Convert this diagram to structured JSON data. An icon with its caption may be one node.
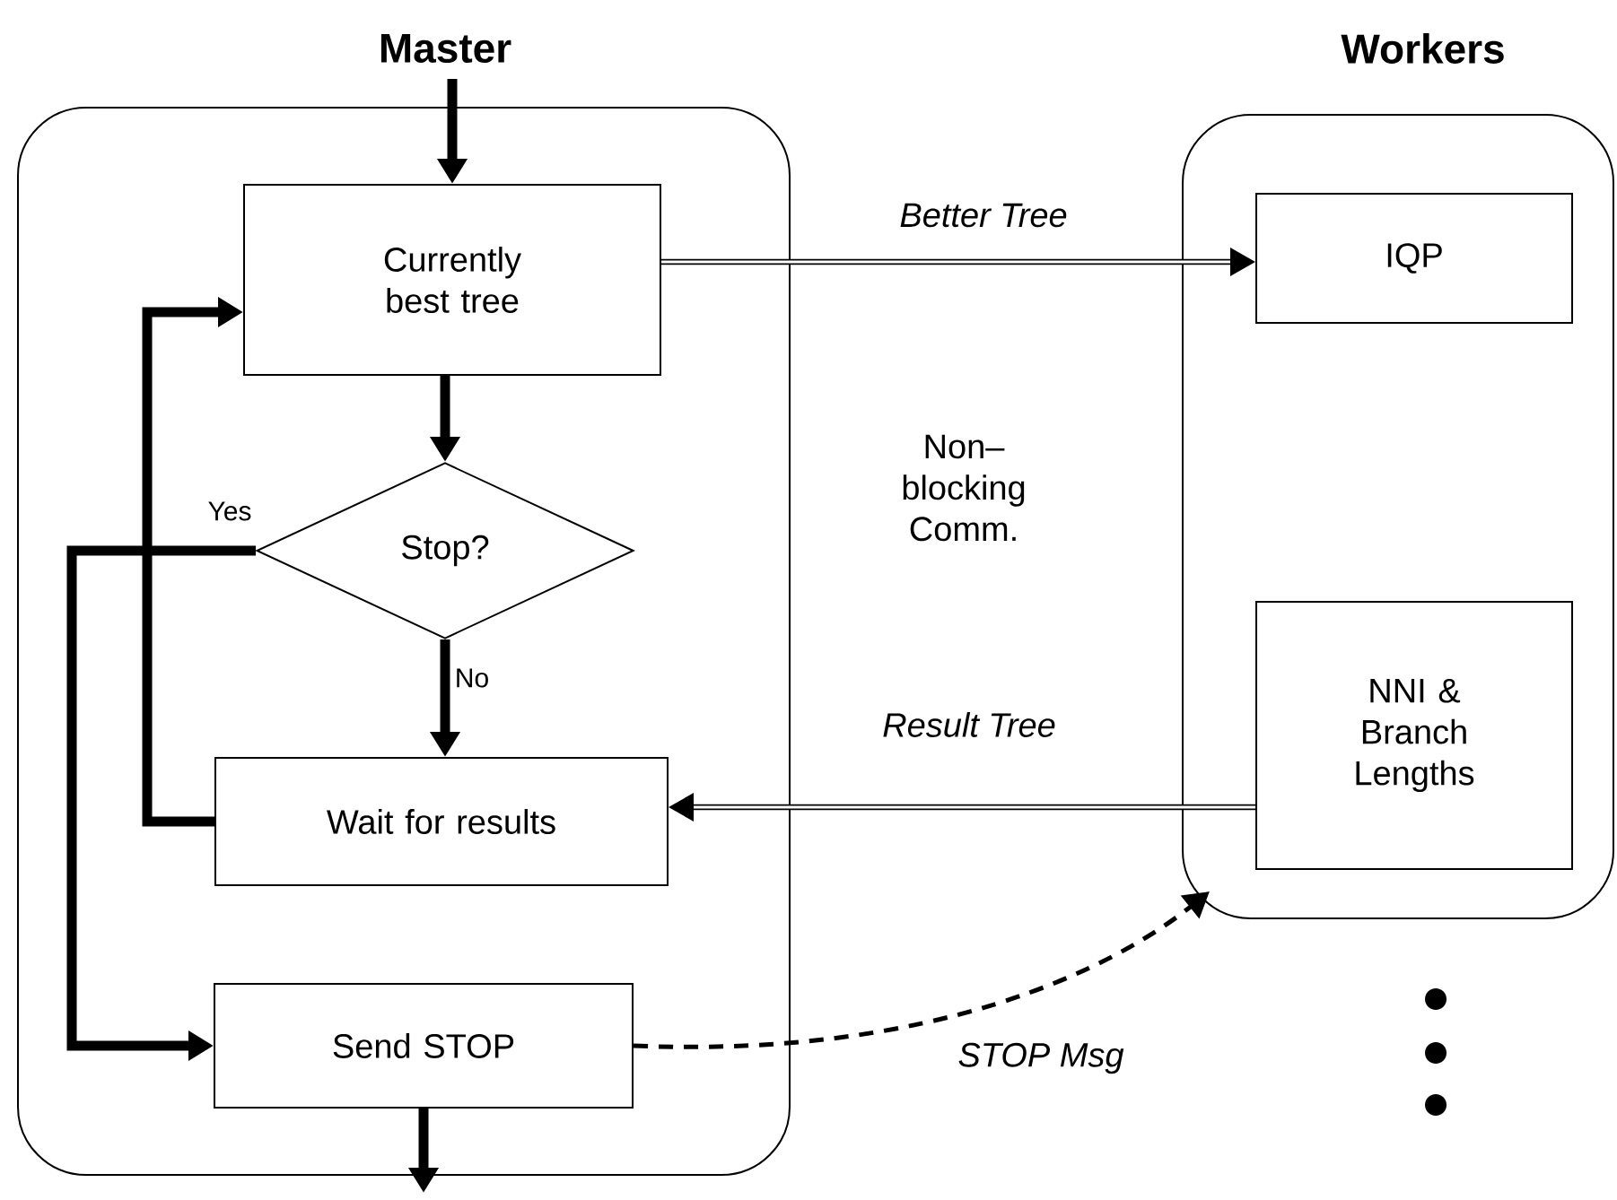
{
  "diagram": {
    "nodes": [
      {
        "text": [
          "Master"
        ]
      },
      {
        "text": [
          "Currently best tree"
        ],
        "in": 0
      },
      {
        "text": [
          "Stop?"
        ],
        "in": 0
      },
      {
        "text": [
          "Wait for results"
        ],
        "in": 0
      },
      {
        "text": [
          "Send STOP"
        ],
        "in": 0
      },
      {
        "text": [
          "Workers"
        ]
      },
      {
        "text": [
          "IQP"
        ],
        "in": 5
      },
      {
        "text": [
          "NNI & Branch Lengths"
        ],
        "in": 5
      }
    ],
    "edges": [
      {
        "from": null,
        "to": 1,
        "arrow": "to"
      },
      {
        "from": 1,
        "to": 2,
        "arrow": "to"
      },
      {
        "from": 2,
        "to": 3,
        "arrow": "to",
        "label": "No"
      },
      {
        "from": 2,
        "to": 4,
        "arrow": "to",
        "label": "Yes"
      },
      {
        "from": 3,
        "to": 1,
        "arrow": "to"
      },
      {
        "from": 1,
        "to": 6,
        "arrow": "to",
        "label": "Better Tree"
      },
      {
        "from": 7,
        "to": 3,
        "arrow": "to",
        "label": "Result Tree"
      },
      {
        "from": 4,
        "to": 5,
        "arrow": "to",
        "style": "dashed",
        "label": "STOP Msg"
      },
      {
        "from": 4,
        "to": null,
        "arrow": "to"
      }
    ],
    "labels": [
      "Non– blocking Comm."
    ]
  }
}
